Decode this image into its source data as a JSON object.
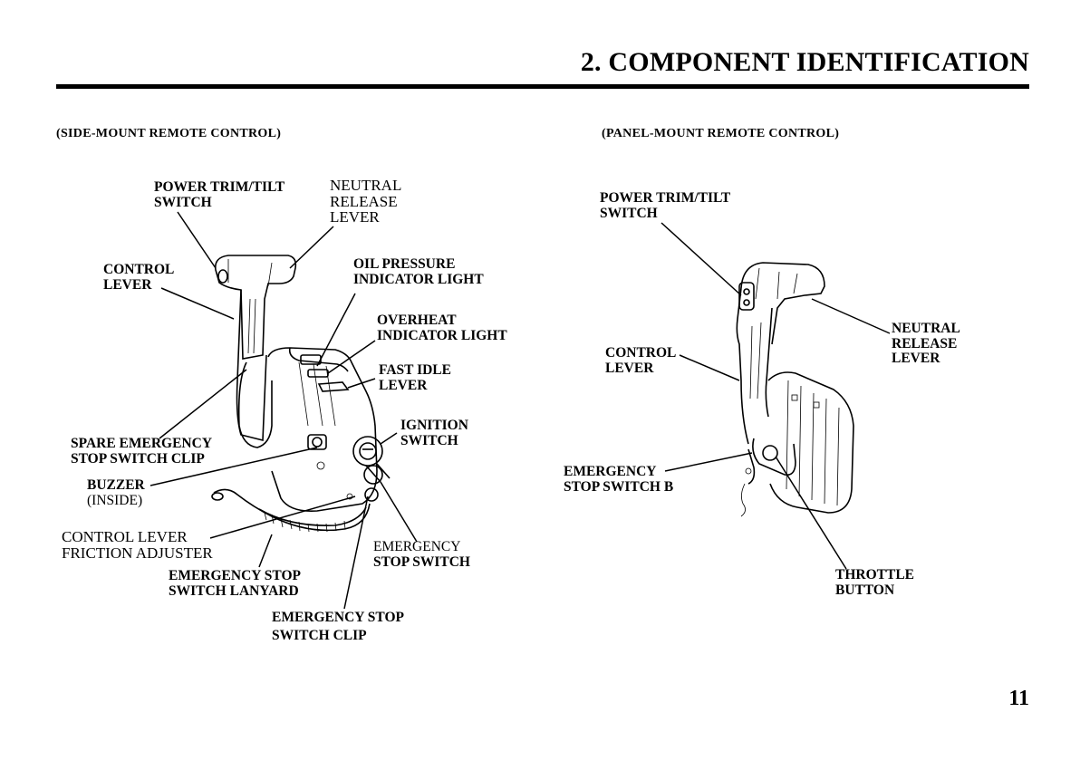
{
  "header": {
    "title": "2. COMPONENT IDENTIFICATION"
  },
  "side_mount": {
    "caption": "(SIDE-MOUNT REMOTE CONTROL)",
    "labels": {
      "power_trim_tilt": [
        "POWER TRIM/TILT",
        "SWITCH"
      ],
      "neutral_release": [
        "NEUTRAL",
        "RELEASE",
        "LEVER"
      ],
      "control_lever": [
        "CONTROL",
        "LEVER"
      ],
      "oil_pressure": [
        "OIL PRESSURE",
        "INDICATOR LIGHT"
      ],
      "overheat": [
        "OVERHEAT",
        "INDICATOR LIGHT"
      ],
      "fast_idle": [
        "FAST IDLE",
        "LEVER"
      ],
      "ignition": [
        "IGNITION",
        "SWITCH"
      ],
      "spare_clip": [
        "SPARE EMERGENCY",
        "STOP SWITCH CLIP"
      ],
      "buzzer": [
        "BUZZER",
        "(INSIDE)"
      ],
      "friction": [
        "CONTROL LEVER",
        "FRICTION ADJUSTER"
      ],
      "stop_switch": [
        "EMERGENCY",
        "STOP SWITCH"
      ],
      "lanyard": [
        "EMERGENCY STOP",
        "SWITCH LANYARD"
      ],
      "stop_clip": [
        "EMERGENCY STOP",
        "SWITCH CLIP"
      ]
    }
  },
  "panel_mount": {
    "caption": "(PANEL-MOUNT REMOTE CONTROL)",
    "labels": {
      "power_trim_tilt": [
        "POWER TRIM/TILT",
        "SWITCH"
      ],
      "neutral_release": [
        "NEUTRAL",
        "RELEASE",
        "LEVER"
      ],
      "control_lever": [
        "CONTROL",
        "LEVER"
      ],
      "stop_switch_b": [
        "EMERGENCY",
        "STOP SWITCH B"
      ],
      "throttle": [
        "THROTTLE",
        "BUTTON"
      ]
    }
  },
  "footer": {
    "page_number": "11"
  }
}
